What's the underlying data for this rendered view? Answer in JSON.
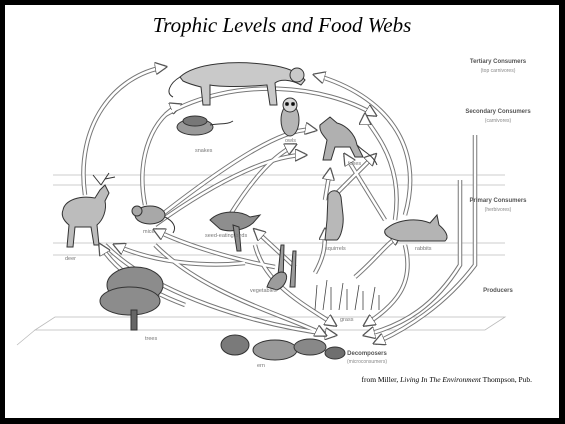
{
  "title": "Trophic Levels and Food Webs",
  "levels": [
    {
      "name": "Tertiary Consumers",
      "note": "(top carnivores)"
    },
    {
      "name": "Secondary Consumers",
      "note": "(carnivores)"
    },
    {
      "name": "Primary Consumers",
      "note": "(herbivores)"
    },
    {
      "name": "Producers",
      "note": ""
    },
    {
      "name": "Decomposers",
      "note": "(microconsumers)"
    }
  ],
  "organisms": {
    "snakes": "snakes",
    "owls": "owls",
    "foxes": "foxes",
    "deer": "deer",
    "mice": "mice",
    "birds": "seed-eating birds",
    "squirrels": "squirrels",
    "rabbits": "rabbits",
    "vegetables": "vegetables",
    "grass": "grass",
    "trees": "trees",
    "ern": "ern"
  },
  "credit": {
    "prefix": "from Miller, ",
    "book": "Living In The Environment",
    "suffix": " Thompson, Pub."
  }
}
